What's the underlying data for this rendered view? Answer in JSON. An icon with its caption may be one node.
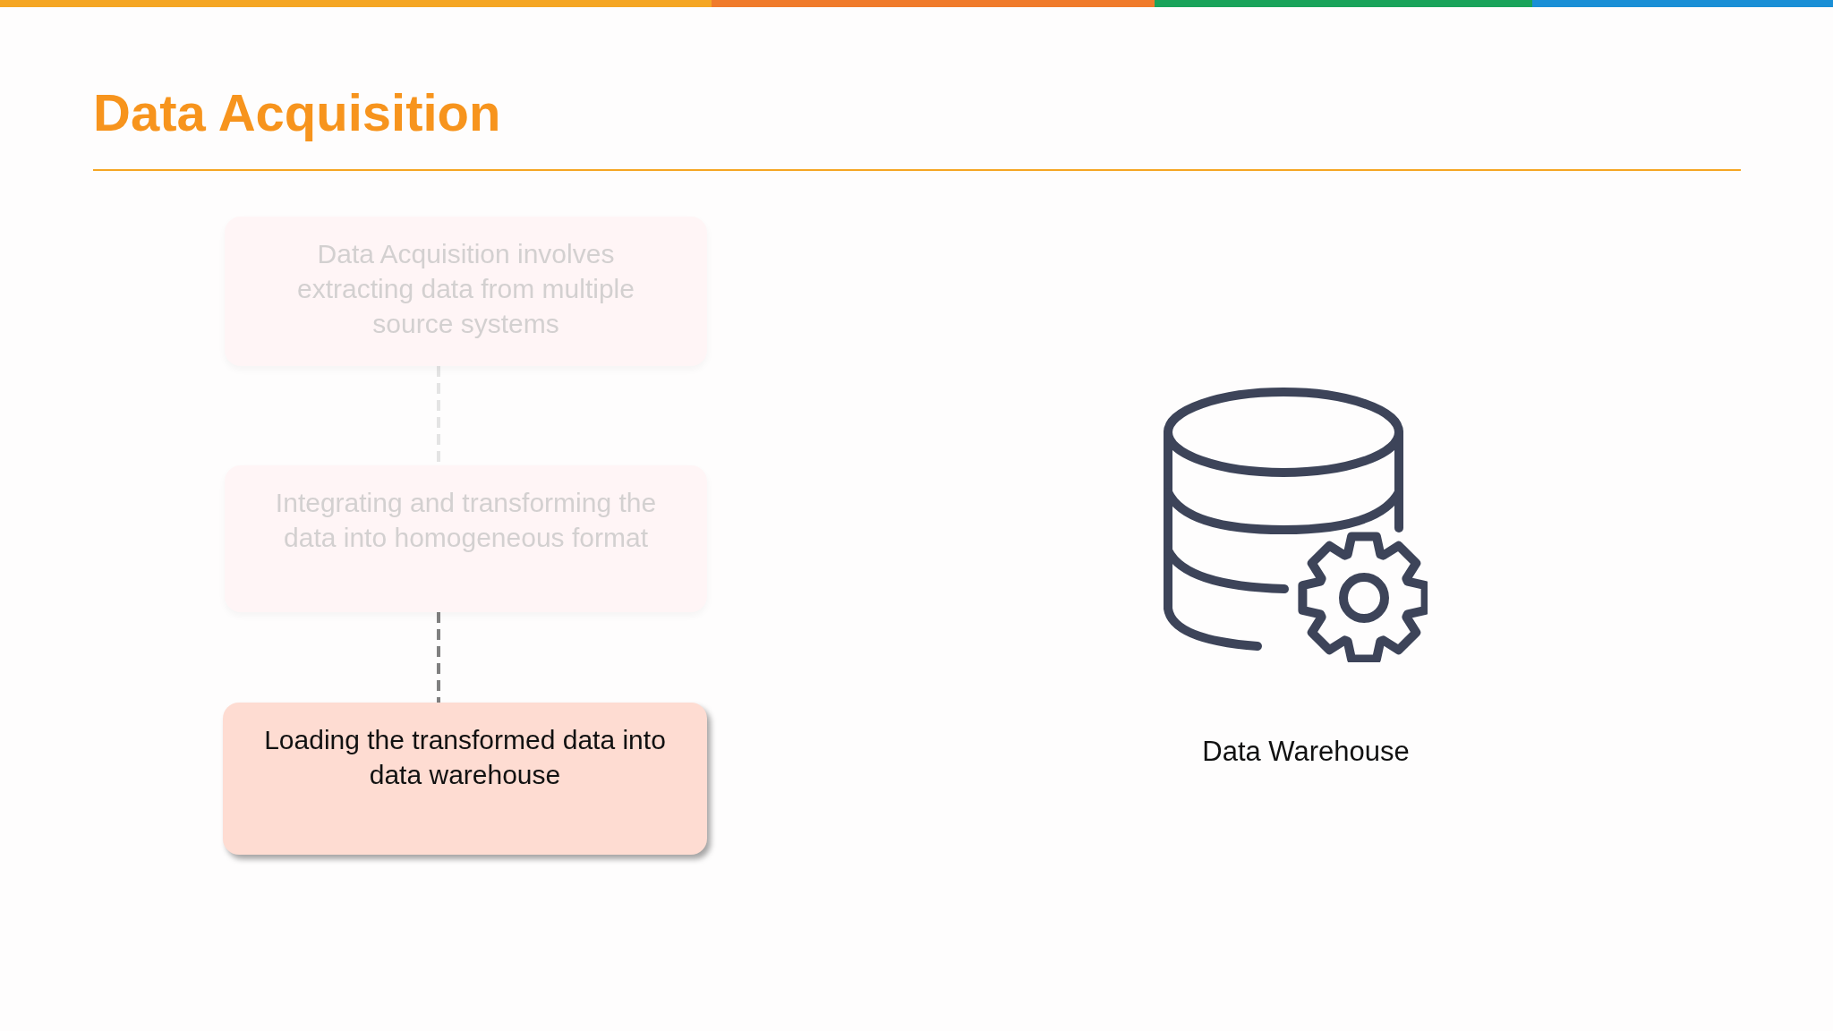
{
  "diagram": {
    "title": "Data Acquisition",
    "nodes": [
      {
        "text": [
          "Data Acquisition involves extracting data from multiple source systems"
        ]
      },
      {
        "text": [
          "Integrating and transforming the data into homogeneous format"
        ]
      },
      {
        "text": [
          "Loading the transformed data into data warehouse"
        ]
      }
    ],
    "edges": [
      {
        "from": 0,
        "to": 1,
        "arrow": "none",
        "style": "dashed",
        "color": "#e4e4e4"
      },
      {
        "from": 1,
        "to": 2,
        "arrow": "none",
        "style": "dashed",
        "color": "#808080"
      }
    ],
    "labels": [
      "Data Warehouse"
    ]
  }
}
